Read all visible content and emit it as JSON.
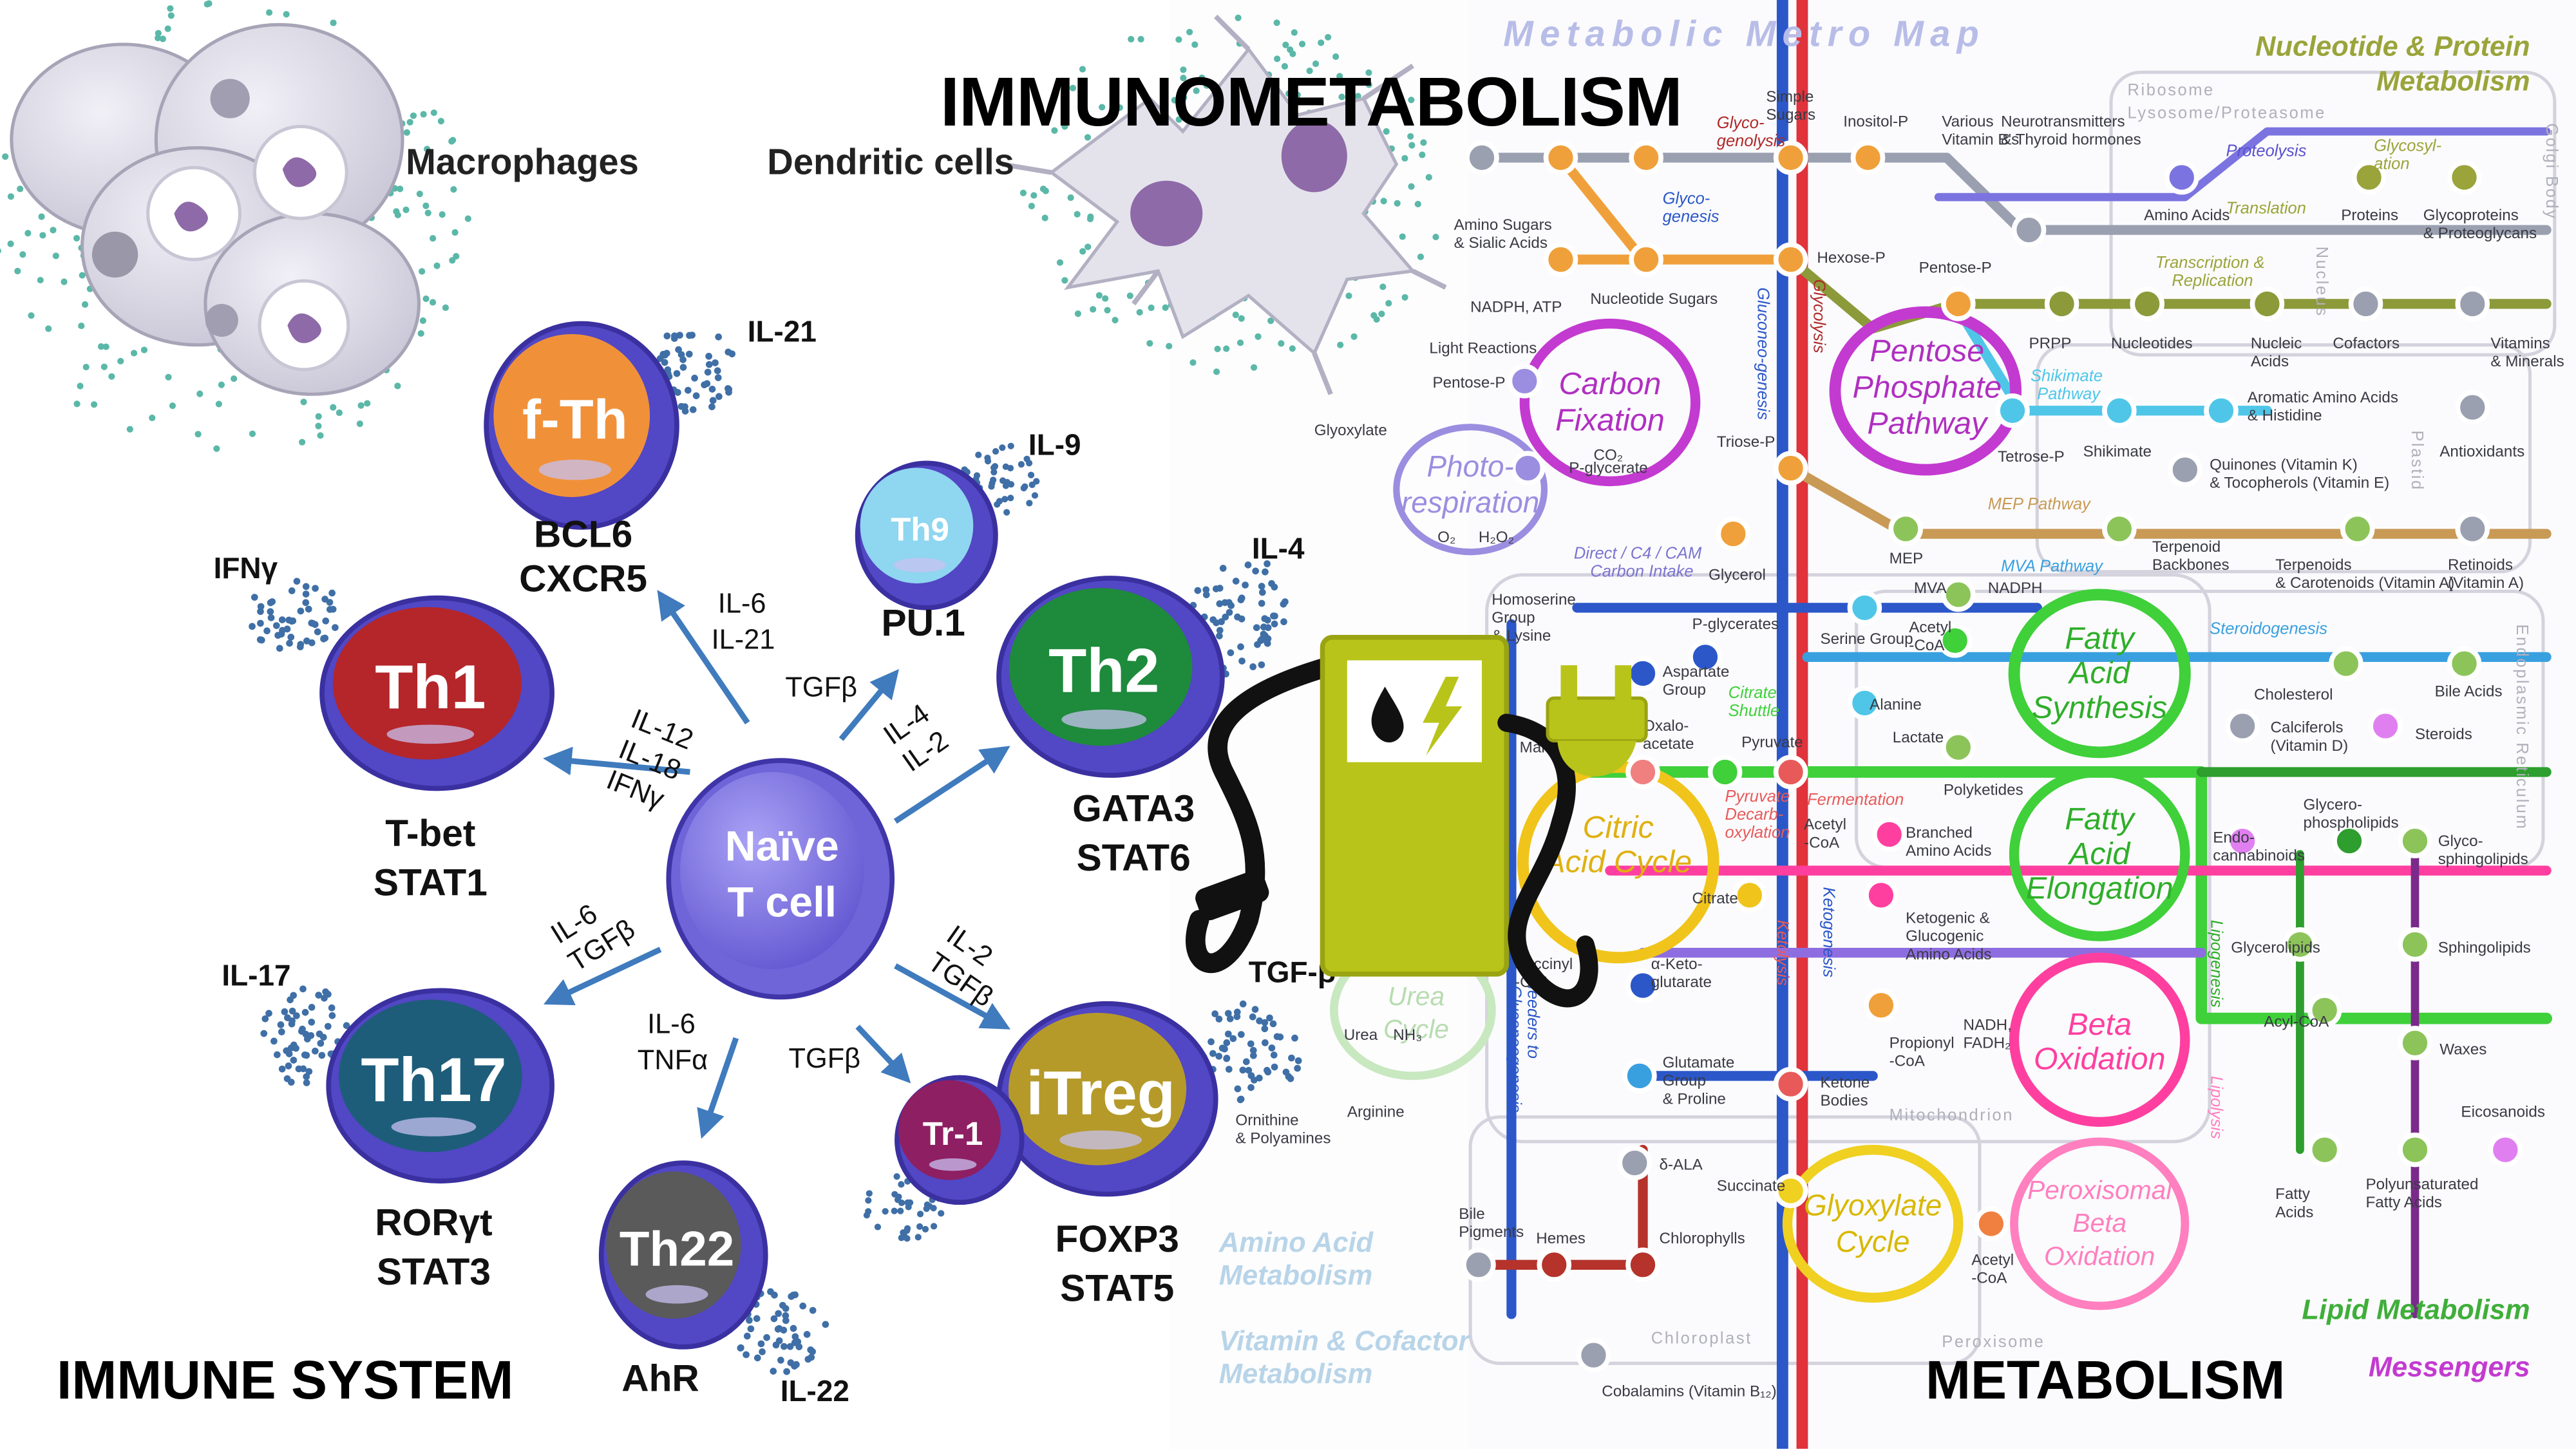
{
  "title": "IMMUNOMETABOLISM",
  "footer": {
    "left": "IMMUNE SYSTEM",
    "right": "METABOLISM"
  },
  "immune": {
    "macrophages": "Macrophages",
    "dendritic": "Dendritic cells",
    "naive": [
      "Naïve",
      "T cell"
    ],
    "cells": {
      "fth": {
        "name": "f-Th",
        "factors": [
          "BCL6",
          "CXCR5"
        ],
        "cytokine": "IL-21"
      },
      "th9": {
        "name": "Th9",
        "factors": [
          "PU.1"
        ],
        "cytokine": "IL-9"
      },
      "th1": {
        "name": "Th1",
        "factors": [
          "T-bet",
          "STAT1"
        ],
        "cytokine": "IFNγ"
      },
      "th2": {
        "name": "Th2",
        "factors": [
          "GATA3",
          "STAT6"
        ],
        "cytokine": "IL-4"
      },
      "th17": {
        "name": "Th17",
        "factors": [
          "RORγt",
          "STAT3"
        ],
        "cytokine": "IL-17"
      },
      "th22": {
        "name": "Th22",
        "factors": [
          "AhR"
        ],
        "cytokine": "IL-22"
      },
      "itreg": {
        "name": "iTreg",
        "factors": [
          "FOXP3",
          "STAT5"
        ],
        "cytokine": "TGF-β"
      },
      "tr1": {
        "name": "Tr-1"
      }
    },
    "arrows": {
      "fth": [
        "IL-6",
        "IL-21"
      ],
      "th9": [
        "TGFβ"
      ],
      "th1": [
        "IL-12",
        "IL-18",
        "IFNγ"
      ],
      "th2": [
        "IL-4",
        "IL-2"
      ],
      "th17": [
        "IL-6",
        "TGFβ"
      ],
      "th22": [
        "IL-6",
        "TNFα"
      ],
      "tr1": [
        "TGFβ"
      ],
      "itreg": [
        "IL-2",
        "TGFβ"
      ]
    }
  },
  "metro": {
    "header": "Metabolic Metro Map",
    "sections": {
      "nucleotide": [
        "Nucleotide & Protein",
        "Metabolism"
      ],
      "lipid": "Lipid Metabolism",
      "messengers": "Messengers",
      "amino": [
        "Amino Acid",
        "Metabolism"
      ],
      "vitamin": [
        "Vitamin & Cofactor",
        "Metabolism"
      ]
    },
    "cycles": {
      "carbon": [
        "Carbon",
        "Fixation"
      ],
      "photo": [
        "Photo-",
        "respiration"
      ],
      "pentose": [
        "Pentose",
        "Phosphate",
        "Pathway"
      ],
      "fas": [
        "Fatty",
        "Acid",
        "Synthesis"
      ],
      "fae": [
        "Fatty",
        "Acid",
        "Elongation"
      ],
      "citric": [
        "Citric",
        "Acid Cycle"
      ],
      "beta": [
        "Beta",
        "Oxidation"
      ],
      "glyox": [
        "Glyoxylate",
        "Cycle"
      ],
      "perox": [
        "Peroxisomal",
        "Beta",
        "Oxidation"
      ],
      "urea": [
        "Urea",
        "Cycle"
      ]
    },
    "routes": {
      "glycogenolysis": [
        "Glyco-",
        "genolysis"
      ],
      "glycogenesis": [
        "Glyco-",
        "genesis"
      ],
      "gluconeogenesis": "Gluconeo-genesis",
      "glycolysis": "Glycolysis",
      "proteolysis": "Proteolysis",
      "glycosylation": [
        "Glycosyl-",
        "ation"
      ],
      "translation": "Translation",
      "transcription": [
        "Transcription &",
        "Replication"
      ],
      "shikimate": [
        "Shikimate",
        "Pathway"
      ],
      "mep": "MEP Pathway",
      "mva": "MVA Pathway",
      "steroidogenesis": "Steroidogenesis",
      "c4cam": [
        "Direct / C4 / CAM",
        "Carbon Intake"
      ],
      "citrate_shuttle": [
        "Citrate",
        "Shuttle"
      ],
      "fermentation": "Fermentation",
      "pyruvate_decarb": [
        "Pyruvate",
        "Decarb-",
        "oxylation"
      ],
      "ketolysis": "Ketolysis",
      "ketogenesis": "Ketogenesis",
      "lipogenesis": "Lipogenesis",
      "lipolysis": "Lipolysis",
      "feeders": [
        "feeders to",
        "Gluconeogenesis"
      ]
    },
    "compartments": {
      "ribosome": "Ribosome",
      "lysosome": "Lysosome/Proteasome",
      "nucleus": "Nucleus",
      "golgi": "Golgi Body",
      "plastid": "Plastid",
      "er": "Endoplasmic Reticulum",
      "mitochondrion": "Mitochondrion",
      "chloroplast": "Chloroplast",
      "peroxisome": "Peroxisome"
    },
    "nodes": {
      "simple_sugars": [
        "Simple",
        "Sugars"
      ],
      "inositol": "Inositol-P",
      "vitamin_b": [
        "Various",
        "Vitamin B's"
      ],
      "neuro": [
        "Neurotransmitters",
        "& Thyroid hormones"
      ],
      "amino_sugars": [
        "Amino Sugars",
        "& Sialic Acids"
      ],
      "hexose": "Hexose-P",
      "nucleotide_sugars": "Nucleotide Sugars",
      "pentose_p": "Pentose-P",
      "prpp": "PRPP",
      "nucleotides": "Nucleotides",
      "nucleic": [
        "Nucleic",
        "Acids"
      ],
      "amino_acids": "Amino Acids",
      "proteins": "Proteins",
      "glycoproteins": [
        "Glycoproteins",
        "& Proteoglycans"
      ],
      "cofactors": "Cofactors",
      "vitamins": [
        "Vitamins",
        "& Minerals"
      ],
      "nadph_atp": "NADPH, ATP",
      "light": "Light Reactions",
      "pentose_p2": "Pentose-P",
      "glyoxylate": "Glyoxylate",
      "co2": "CO₂",
      "triose": "Triose-P",
      "tetrose": "Tetrose-P",
      "shikimate": "Shikimate",
      "aromatic": [
        "Aromatic Amino Acids",
        "& Histidine"
      ],
      "antioxidants": "Antioxidants",
      "quinones": [
        "Quinones (Vitamin K)",
        "& Tocopherols (Vitamin E)"
      ],
      "pglycerate": "P-glycerate",
      "o2": "O₂",
      "h2o2": "H₂O₂",
      "glycerol": "Glycerol",
      "mep": "MEP",
      "terpenoid_backbones": [
        "Terpenoid",
        "Backbones"
      ],
      "terpenoids": [
        "Terpenoids",
        "& Carotenoids (Vitamin A)"
      ],
      "retinoids": [
        "Retinoids",
        "(Vitamin A)"
      ],
      "homoserine": [
        "Homoserine",
        "Group",
        "& Lysine"
      ],
      "pglycerates": "P-glycerates",
      "serine": "Serine Group",
      "acetyl_coa": [
        "Acetyl",
        "-CoA"
      ],
      "mva": "MVA",
      "nadph": "NADPH",
      "aspartate": [
        "Aspartate",
        "Group"
      ],
      "oxaloacetate": [
        "Oxalo-",
        "acetate"
      ],
      "pyruvate": "Pyruvate",
      "alanine": "Alanine",
      "lactate": "Lactate",
      "polyketides": "Polyketides",
      "cholesterol": "Cholesterol",
      "bile": "Bile Acids",
      "calciferols": [
        "Calciferols",
        "(Vitamin D)"
      ],
      "steroids": "Steroids",
      "malate": "Malate",
      "acetyl_coa2": [
        "Acetyl",
        "-CoA"
      ],
      "branched": [
        "Branched",
        "Amino Acids"
      ],
      "endocannabinoids": [
        "Endo-",
        "cannabinoids"
      ],
      "glycerophospholipids": [
        "Glycero-",
        "phospholipids"
      ],
      "glycosphingolipids": [
        "Glyco-",
        "sphingolipids"
      ],
      "citrate": "Citrate",
      "ketogenic": [
        "Ketogenic &",
        "Glucogenic",
        "Amino Acids"
      ],
      "glycerolipids": "Glycerolipids",
      "sphingolipids": "Sphingolipids",
      "succinyl": [
        "Succinyl",
        "-CoA"
      ],
      "akg": [
        "α-Keto-",
        "glutarate"
      ],
      "nadh": [
        "NADH,",
        "FADH₂"
      ],
      "propionyl": [
        "Propionyl",
        "-CoA"
      ],
      "acyl_coa": "Acyl-CoA",
      "waxes": "Waxes",
      "glutamate": [
        "Glutamate",
        "Group",
        "& Proline"
      ],
      "ketone": [
        "Ketone",
        "Bodies"
      ],
      "nh3": "NH₃",
      "urea": "Urea",
      "ornithine": [
        "Ornithine",
        "& Polyamines"
      ],
      "arginine": "Arginine",
      "eicosanoids": "Eicosanoids",
      "dala": "δ-ALA",
      "succinate": "Succinate",
      "fatty_acids": [
        "Fatty",
        "Acids"
      ],
      "pufa": [
        "Polyunsaturated",
        "Fatty Acids"
      ],
      "bile_pigments": [
        "Bile",
        "Pigments"
      ],
      "hemes": "Hemes",
      "chlorophylls": "Chlorophylls",
      "acetyl_coa3": [
        "Acetyl",
        "-CoA"
      ],
      "cobalamins": "Cobalamins (Vitamin B₁₂)"
    }
  },
  "icons": {
    "fuel": "fuel-pump-icon",
    "bolt": "lightning-bolt-icon",
    "drop": "fuel-drop-icon",
    "plug": "electric-plug-icon"
  },
  "colors": {
    "fuel": "#b9c41a",
    "naive": "#7a6fe0",
    "th1": "#b4262a",
    "th2": "#1e8a3c",
    "th17": "#1d5d7a",
    "th22": "#5a5a5a",
    "fth": "#f0913a",
    "th9": "#8fd6f0",
    "itreg": "#b59a2a",
    "tr1": "#8e1f63"
  }
}
